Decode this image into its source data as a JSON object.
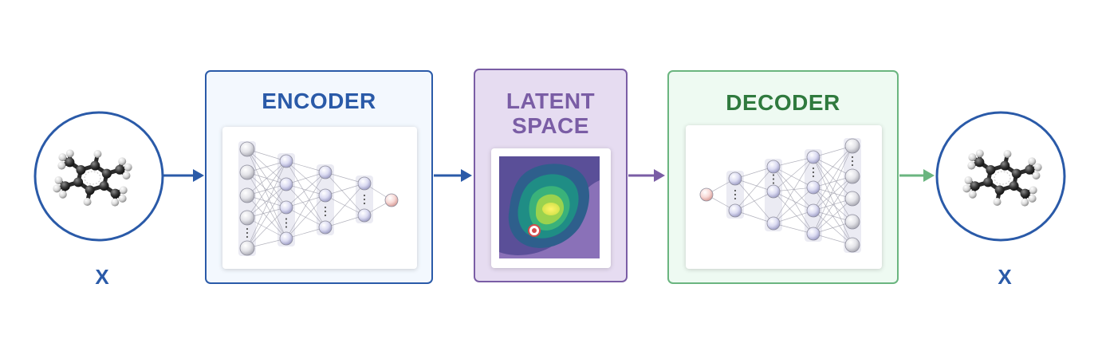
{
  "colors": {
    "encoder": "#2a5aa8",
    "latent": "#7a5da5",
    "decoder": "#2f7a3e",
    "decoder_border": "#6ab57f",
    "arrow_blue": "#2a5aa8",
    "arrow_purple": "#7a5da5",
    "arrow_green": "#6ab57f"
  },
  "input": {
    "label": "X",
    "icon": "molecule-icon"
  },
  "encoder": {
    "title": "ENCODER",
    "icon": "neural-network-icon"
  },
  "latent": {
    "title_line1": "LATENT",
    "title_line2": "SPACE",
    "icon": "density-map-icon"
  },
  "decoder": {
    "title": "DECODER",
    "icon": "neural-network-icon"
  },
  "output": {
    "label": "X",
    "icon": "molecule-icon"
  }
}
